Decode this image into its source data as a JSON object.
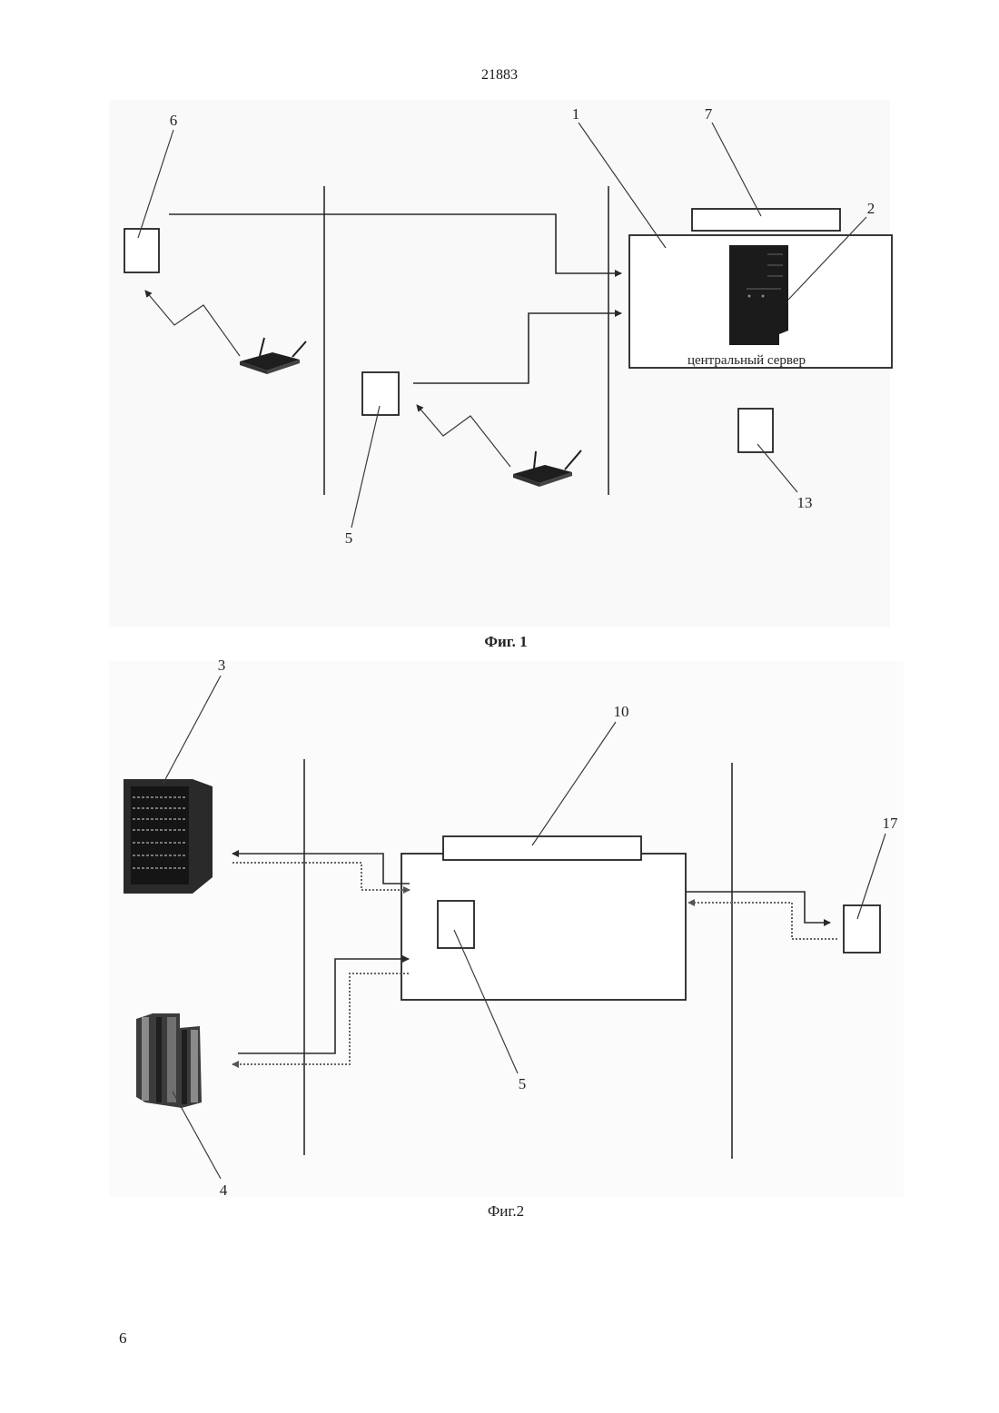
{
  "header": {
    "page_number": "21883"
  },
  "footer": {
    "page_number": "6"
  },
  "figure1": {
    "caption": "Фиг. 1",
    "server_label": "центральный сервер",
    "labels": {
      "l1": "1",
      "l2": "2",
      "l5": "5",
      "l6": "6",
      "l7": "7",
      "l13": "13"
    }
  },
  "figure2": {
    "caption": "Фиг.2",
    "labels": {
      "l3": "3",
      "l4": "4",
      "l5": "5",
      "l10": "10",
      "l17": "17"
    }
  }
}
